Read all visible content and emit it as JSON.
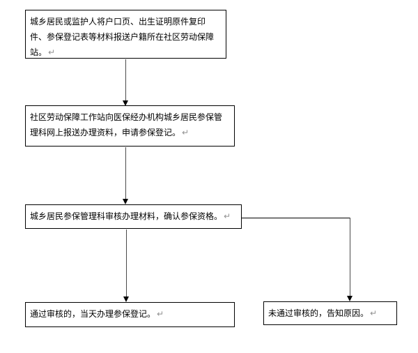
{
  "flowchart": {
    "paragraph_mark": "↵",
    "colors": {
      "background": "#ffffff",
      "node_border": "#000000",
      "node_text": "#000000",
      "connector_shaft": "#4a4a4a",
      "arrowhead": "#000000",
      "paragraph_mark": "#909090"
    },
    "nodes": [
      {
        "id": "submit-materials",
        "text": "城乡居民或监护人将户口页、出生证明原件复印件、参保登记表等材料报送户籍所在社区劳动保障站。"
      },
      {
        "id": "station-online-report",
        "text": "社区劳动保障工作站向医保经办机构城乡居民参保管理科网上报送办理资料，申请参保登记。"
      },
      {
        "id": "review-materials",
        "text": "城乡居民参保管理科审核办理材料，确认参保资格。"
      },
      {
        "id": "approved-register",
        "text": "通过审核的，当天办理参保登记。"
      },
      {
        "id": "rejected-notify",
        "text": "未通过审核的，告知原因。"
      }
    ],
    "connectors": [
      {
        "from": "submit-materials",
        "to": "station-online-report",
        "type": "straight-down-arrow"
      },
      {
        "from": "station-online-report",
        "to": "review-materials",
        "type": "straight-down-arrow"
      },
      {
        "from": "review-materials",
        "to": "approved-register",
        "type": "straight-down-arrow"
      },
      {
        "from": "review-materials",
        "to": "rejected-notify",
        "type": "right-then-down-arrow"
      }
    ]
  }
}
